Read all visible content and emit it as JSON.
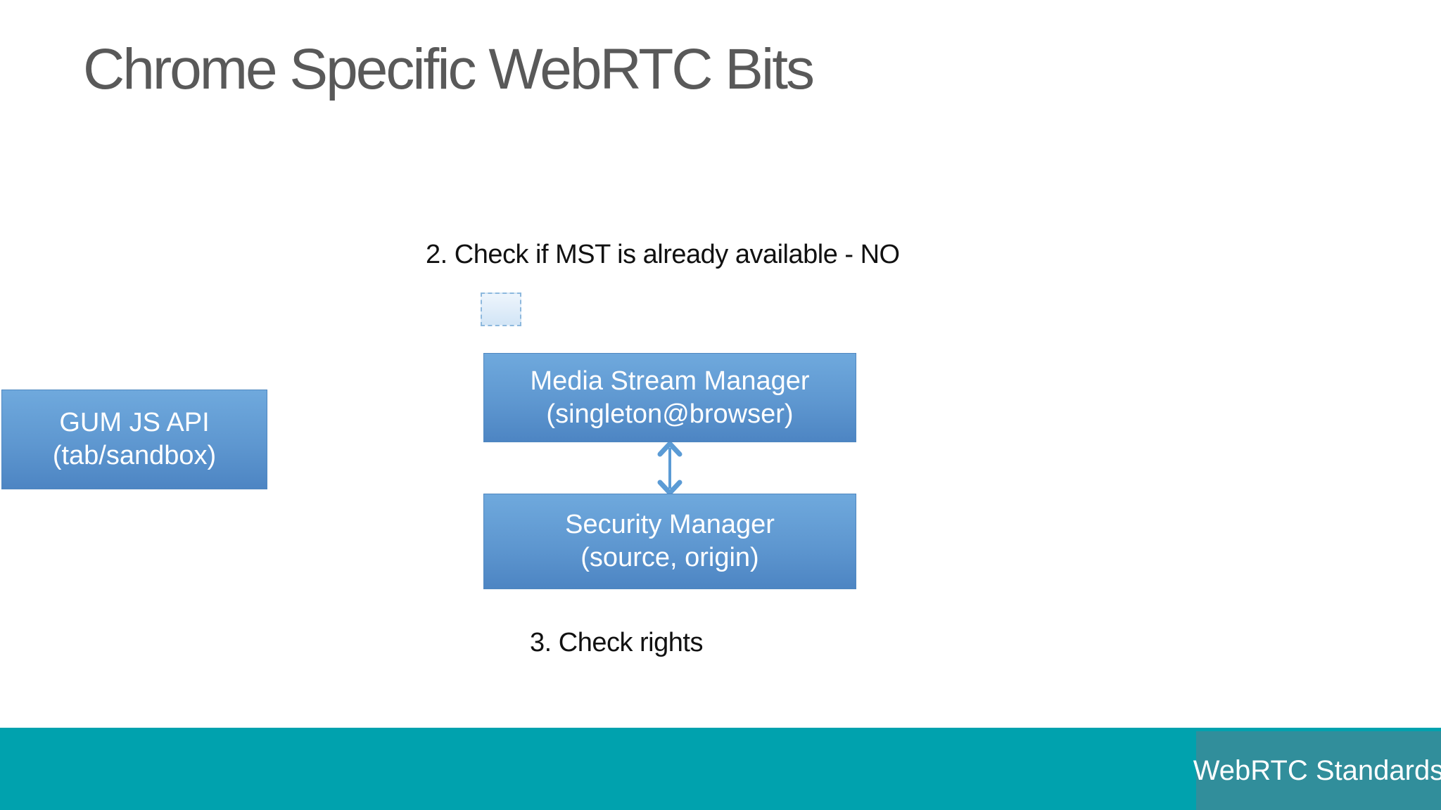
{
  "slide": {
    "title": "Chrome Specific WebRTC Bits",
    "step2_label": "2. Check if MST is already available - NO",
    "step3_label": "3. Check rights"
  },
  "diagram": {
    "gum_box": {
      "line1": "GUM JS API",
      "line2": "(tab/sandbox)"
    },
    "msm_box": {
      "line1": "Media Stream Manager",
      "line2": "(singleton@browser)"
    },
    "security_box": {
      "line1": "Security Manager",
      "line2": "(source, origin)"
    },
    "placeholder_box": "",
    "connector": "double-headed-vertical-arrow"
  },
  "footer": {
    "brand": "WebRTC Standards"
  },
  "colors": {
    "title_gray": "#595959",
    "text_black": "#111111",
    "box_grad_top": "#6fa9dd",
    "box_grad_bottom": "#4d85c3",
    "box_border": "#4f87c0",
    "arrow_blue": "#5b9bd5",
    "dashed_border": "#8db8dd",
    "teal_bar": "#00a2ae",
    "brand_box": "#318e9b"
  }
}
